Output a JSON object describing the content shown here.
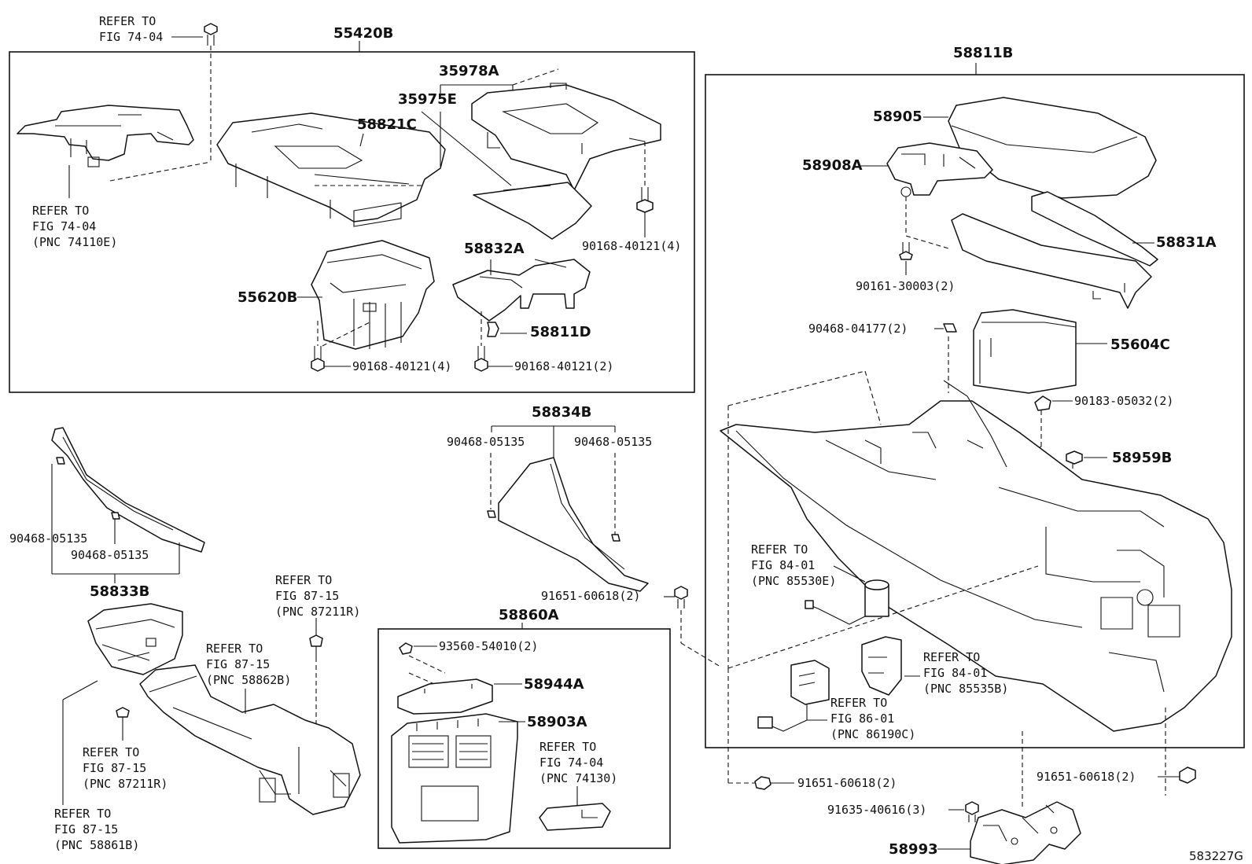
{
  "labels": {
    "refer_74_04_top_a": "REFER TO",
    "refer_74_04_top_b": "FIG 74-04",
    "num_55420B": "55420B",
    "num_35978A": "35978A",
    "num_35975E": "35975E",
    "num_58821C": "58821C",
    "refer_74_04_left_a": "REFER TO",
    "refer_74_04_left_b": "FIG 74-04",
    "refer_74_04_left_c": "(PNC 74110E)",
    "bolt_90168_40121_4_right": "90168-40121(4)",
    "num_58832A": "58832A",
    "num_55620B": "55620B",
    "num_58811D": "58811D",
    "bolt_90168_40121_4_bottom": "90168-40121(4)",
    "bolt_90168_40121_2": "90168-40121(2)",
    "num_58811B": "58811B",
    "num_58905": "58905",
    "num_58908A": "58908A",
    "num_58831A": "58831A",
    "screw_90161_30003": "90161-30003(2)",
    "clip_90468_04177": "90468-04177(2)",
    "num_55604C": "55604C",
    "clip_90183_05032": "90183-05032(2)",
    "num_58959B": "58959B",
    "refer_84_01_a_1": "REFER TO",
    "refer_84_01_a_2": "FIG 84-01",
    "refer_84_01_a_3": "(PNC 85530E)",
    "refer_84_01_b_1": "REFER TO",
    "refer_84_01_b_2": "FIG 84-01",
    "refer_84_01_b_3": "(PNC 85535B)",
    "refer_86_01_1": "REFER TO",
    "refer_86_01_2": "FIG 86-01",
    "refer_86_01_3": "(PNC 86190C)",
    "num_58834B": "58834B",
    "clip_90468_05135_l": "90468-05135",
    "clip_90468_05135_r": "90468-05135",
    "clip_90468_05135_a": "90468-05135",
    "clip_90468_05135_b": "90468-05135",
    "num_58833B": "58833B",
    "refer_87_15_a_1": "REFER TO",
    "refer_87_15_a_2": "FIG 87-15",
    "refer_87_15_a_3": "(PNC 87211R)",
    "refer_87_15_b_1": "REFER TO",
    "refer_87_15_b_2": "FIG 87-15",
    "refer_87_15_b_3": "(PNC 58862B)",
    "refer_87_15_c_1": "REFER TO",
    "refer_87_15_c_2": "FIG 87-15",
    "refer_87_15_c_3": "(PNC 87211R)",
    "refer_87_15_d_1": "REFER TO",
    "refer_87_15_d_2": "FIG 87-15",
    "refer_87_15_d_3": "(PNC 58861B)",
    "bolt_91651_60618_top": "91651-60618(2)",
    "num_58860A": "58860A",
    "screw_93560_54010": "93560-54010(2)",
    "num_58944A": "58944A",
    "num_58903A": "58903A",
    "refer_74_04_mid_1": "REFER TO",
    "refer_74_04_mid_2": "FIG 74-04",
    "refer_74_04_mid_3": "(PNC 74130)",
    "bolt_91651_60618_bl": "91651-60618(2)",
    "bolt_91651_60618_br": "91651-60618(2)",
    "bolt_91635_40616": "91635-40616(3)",
    "num_58993": "58993",
    "figure_id": "583227G"
  }
}
